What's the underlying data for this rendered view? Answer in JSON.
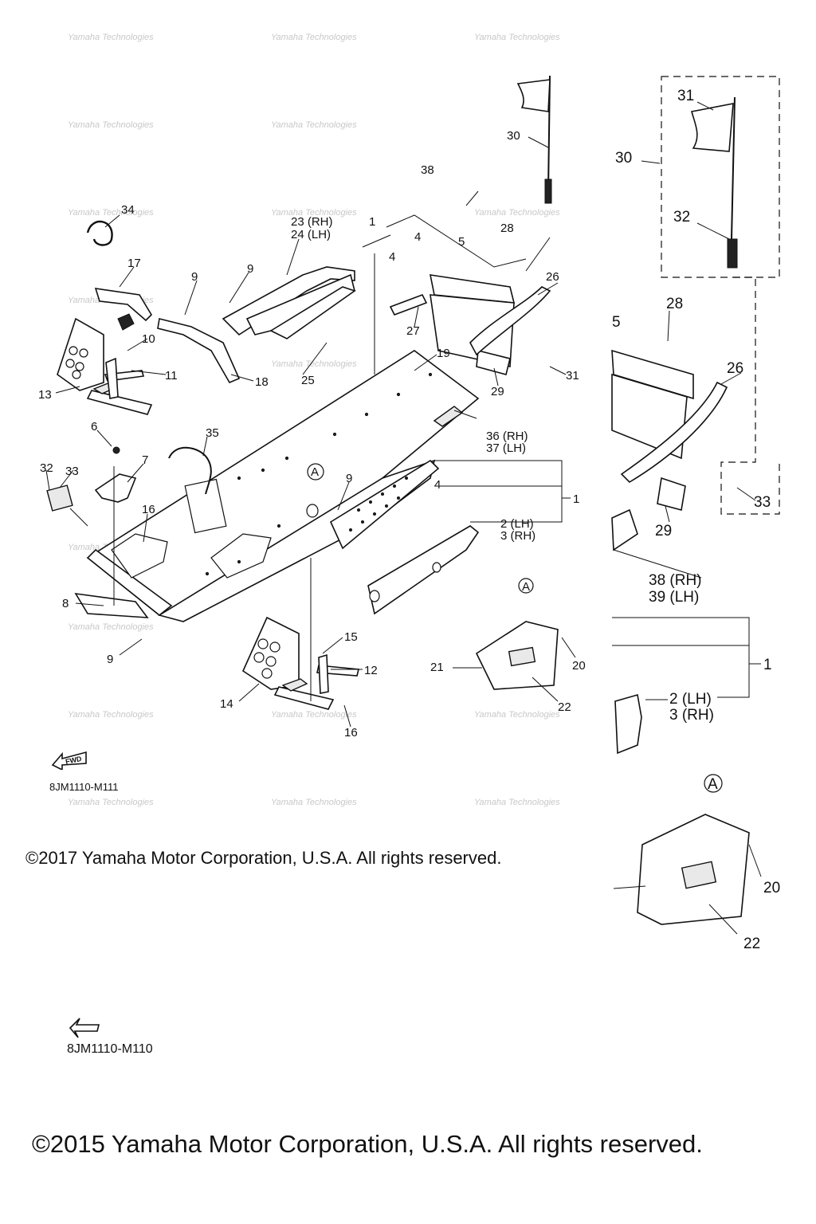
{
  "diagram": {
    "watermark_text": "Yamaha Technologies",
    "copyright_2017": "©2017 Yamaha Motor Corporation, U.S.A. All rights reserved.",
    "copyright_2015": "©2015 Yamaha Motor Corporation, U.S.A. All rights reserved.",
    "code_top": "8JM1110-M111",
    "code_bottom": "8JM1110-M110",
    "fwd_label": "FWD",
    "ref_marker": "A",
    "callouts": {
      "n1": "1",
      "n1b": "1",
      "n1c": "1",
      "n2lh": "2 (LH)",
      "n3rh": "3 (RH)",
      "n2lh_b": "2 (LH)",
      "n3rh_b": "3 (RH)",
      "n4a": "4",
      "n4b": "4",
      "n4c": "4",
      "n5": "5",
      "n5b": "5",
      "n6": "6",
      "n7": "7",
      "n8": "8",
      "n9a": "9",
      "n9b": "9",
      "n9c": "9",
      "n9d": "9",
      "n10": "10",
      "n11": "11",
      "n12": "12",
      "n13": "13",
      "n14": "14",
      "n15": "15",
      "n16a": "16",
      "n16b": "16",
      "n17": "17",
      "n18": "18",
      "n19": "19",
      "n20": "20",
      "n20b": "20",
      "n21": "21",
      "n22": "22",
      "n22b": "22",
      "n23rh": "23 (RH)",
      "n24lh": "24 (LH)",
      "n25": "25",
      "n26": "26",
      "n26b": "26",
      "n27": "27",
      "n28": "28",
      "n28b": "28",
      "n29": "29",
      "n29b": "29",
      "n30": "30",
      "n30b": "30",
      "n31": "31",
      "n31b": "31",
      "n32": "32",
      "n32b": "32",
      "n33": "33",
      "n33b": "33",
      "n34": "34",
      "n35": "35",
      "n36rh": "36 (RH)",
      "n37lh": "37 (LH)",
      "n38": "38",
      "n38rh": "38 (RH)",
      "n39lh": "39 (LH)"
    }
  }
}
